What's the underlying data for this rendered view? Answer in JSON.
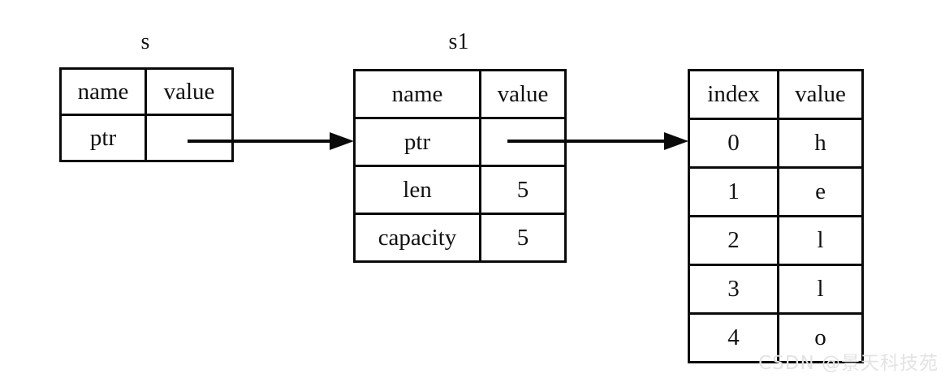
{
  "diagram": {
    "title_stack": "s",
    "title_struct": "s1",
    "watermark": "CSDN @景天科技苑",
    "colors": {
      "background": "#ffffff",
      "line": "#0a0a0a",
      "text": "#111111",
      "watermark": "#e3e3e3"
    }
  },
  "table_s": {
    "title": "s",
    "headers": [
      "name",
      "value"
    ],
    "rows": [
      {
        "name": "ptr",
        "value": ""
      }
    ]
  },
  "table_s1": {
    "title": "s1",
    "headers": [
      "name",
      "value"
    ],
    "rows": [
      {
        "name": "ptr",
        "value": ""
      },
      {
        "name": "len",
        "value": "5"
      },
      {
        "name": "capacity",
        "value": "5"
      }
    ]
  },
  "table_heap": {
    "headers": [
      "index",
      "value"
    ],
    "rows": [
      {
        "index": "0",
        "value": "h"
      },
      {
        "index": "1",
        "value": "e"
      },
      {
        "index": "2",
        "value": "l"
      },
      {
        "index": "3",
        "value": "l"
      },
      {
        "index": "4",
        "value": "o"
      }
    ]
  },
  "arrows": [
    {
      "name": "s-ptr-to-s1",
      "from": "table_s.rows.0.value",
      "to": "table_s1"
    },
    {
      "name": "s1-ptr-to-heap",
      "from": "table_s1.rows.0.value",
      "to": "table_heap"
    }
  ]
}
